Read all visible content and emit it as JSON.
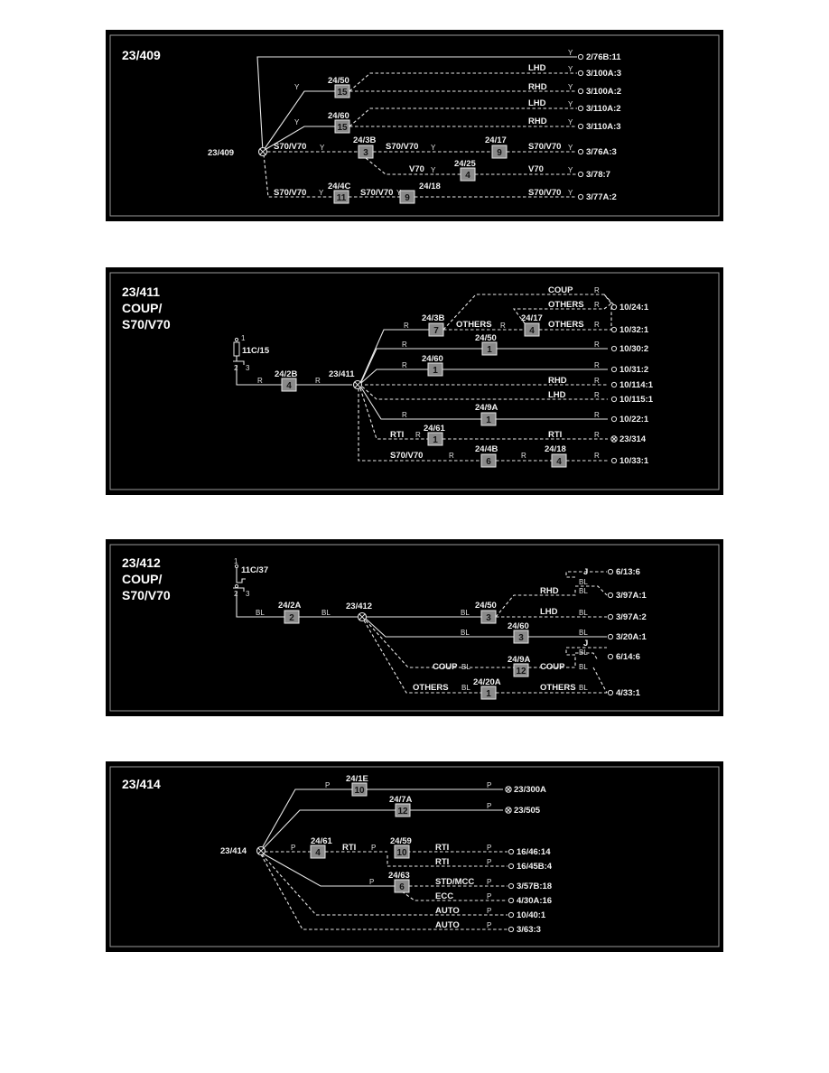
{
  "panels": [
    {
      "title_lines": [
        "23/409"
      ],
      "node": "23/409",
      "boxes": [
        {
          "ref": "24/50",
          "num": "15"
        },
        {
          "ref": "24/60",
          "num": "15"
        },
        {
          "ref": "24/3B",
          "num": "3"
        },
        {
          "ref": "24/17",
          "num": "9"
        },
        {
          "ref": "24/25",
          "num": "4"
        },
        {
          "ref": "24/4C",
          "num": "11"
        },
        {
          "ref": "24/18",
          "num": "9"
        }
      ],
      "conditions": [
        "LHD",
        "RHD",
        "LHD",
        "RHD",
        "S70/V70",
        "S70/V70",
        "S70/V70",
        "V70",
        "V70",
        "S70/V70",
        "S70/V70",
        "S70/V70"
      ],
      "color_code": "Y",
      "terminals": [
        "2/76B:11",
        "3/100A:3",
        "3/100A:2",
        "3/110A:2",
        "3/110A:3",
        "3/76A:3",
        "3/78:7",
        "3/77A:2"
      ]
    },
    {
      "title_lines": [
        "23/411",
        "COUP/",
        "S70/V70"
      ],
      "node": "23/411",
      "switch_label": "11C/15",
      "switch_pins": [
        "1",
        "2",
        "3"
      ],
      "boxes": [
        {
          "ref": "24/2B",
          "num": "4"
        },
        {
          "ref": "24/3B",
          "num": "7"
        },
        {
          "ref": "24/17",
          "num": "4"
        },
        {
          "ref": "24/50",
          "num": "1"
        },
        {
          "ref": "24/60",
          "num": "1"
        },
        {
          "ref": "24/9A",
          "num": "1"
        },
        {
          "ref": "24/61",
          "num": "1"
        },
        {
          "ref": "24/4B",
          "num": "6"
        },
        {
          "ref": "24/18",
          "num": "4"
        }
      ],
      "conditions": [
        "COUP",
        "OTHERS",
        "OTHERS",
        "OTHERS",
        "RHD",
        "LHD",
        "RTI",
        "RTI",
        "S70/V70"
      ],
      "color_code": "R",
      "terminals": [
        "10/24:1",
        "10/32:1",
        "10/30:2",
        "10/31:2",
        "10/114:1",
        "10/115:1",
        "10/22:1",
        "23/314",
        "10/33:1"
      ]
    },
    {
      "title_lines": [
        "23/412",
        "COUP/",
        "S70/V70"
      ],
      "node": "23/412",
      "switch_label": "11C/37",
      "switch_pins": [
        "1",
        "2",
        "3"
      ],
      "boxes": [
        {
          "ref": "24/2A",
          "num": "2"
        },
        {
          "ref": "24/50",
          "num": "3"
        },
        {
          "ref": "24/60",
          "num": "3"
        },
        {
          "ref": "24/9A",
          "num": "12"
        },
        {
          "ref": "24/20A",
          "num": "1"
        }
      ],
      "conditions": [
        "J",
        "RHD",
        "LHD",
        "J",
        "COUP",
        "COUP",
        "OTHERS",
        "OTHERS"
      ],
      "color_code": "BL",
      "terminals": [
        "6/13:6",
        "3/97A:1",
        "3/97A:2",
        "3/20A:1",
        "6/14:6",
        "4/33:1"
      ]
    },
    {
      "title_lines": [
        "23/414"
      ],
      "node": "23/414",
      "boxes": [
        {
          "ref": "24/1E",
          "num": "10"
        },
        {
          "ref": "24/7A",
          "num": "12"
        },
        {
          "ref": "24/61",
          "num": "4"
        },
        {
          "ref": "24/59",
          "num": "10"
        },
        {
          "ref": "24/63",
          "num": "6"
        }
      ],
      "conditions": [
        "RTI",
        "RTI",
        "RTI",
        "STD/MCC",
        "ECC",
        "AUTO",
        "AUTO"
      ],
      "color_code": "P",
      "terminals": [
        "23/300A",
        "23/505",
        "16/46:14",
        "16/45B:4",
        "3/57B:18",
        "4/30A:16",
        "10/40:1",
        "3/63:3"
      ]
    }
  ]
}
